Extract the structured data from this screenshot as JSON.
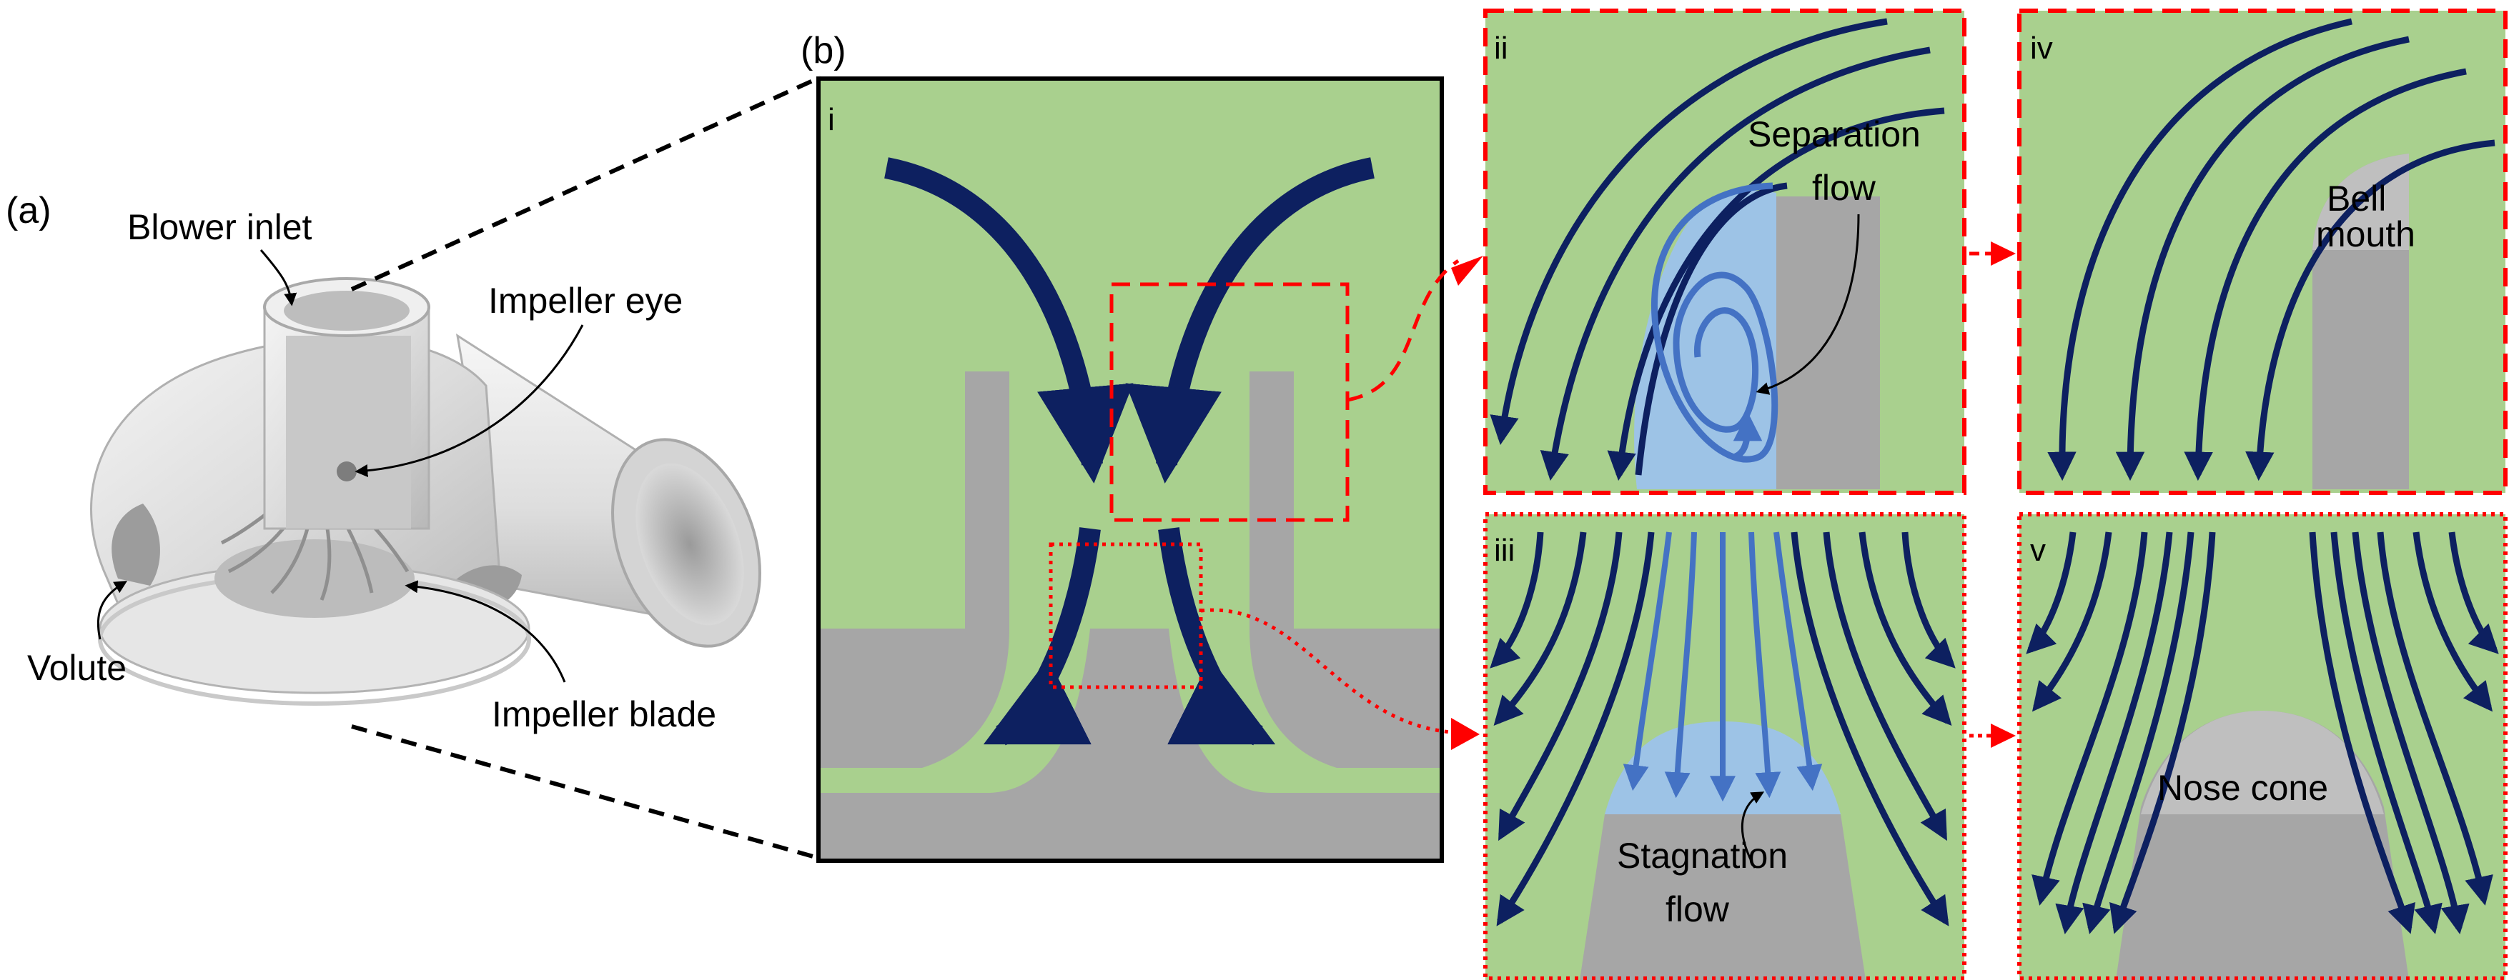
{
  "panel_a": {
    "tag": "(a)",
    "labels": {
      "blower_inlet": "Blower inlet",
      "impeller_eye": "Impeller eye",
      "volute": "Volute",
      "impeller_blade": "Impeller blade"
    }
  },
  "panel_b": {
    "tag": "(b)",
    "subpanels": {
      "i": {
        "tag": "i"
      },
      "ii": {
        "tag": "ii",
        "label_line1": "Separation",
        "label_line2": "flow"
      },
      "iii": {
        "tag": "iii",
        "label_line1": "Stagnation",
        "label_line2": "flow"
      },
      "iv": {
        "tag": "iv",
        "label_line1": "Bell",
        "label_line2": "mouth"
      },
      "v": {
        "tag": "v",
        "label": "Nose cone"
      }
    }
  },
  "colors": {
    "fluid": "#a9d08e",
    "solid": "#a6a6a6",
    "nose_cone": "#bfbfbf",
    "streamline": "#0d2060",
    "separation_blue": "#4472c4",
    "recirculation_zone": "#9dc3e6",
    "highlight_red": "#ff0000"
  }
}
